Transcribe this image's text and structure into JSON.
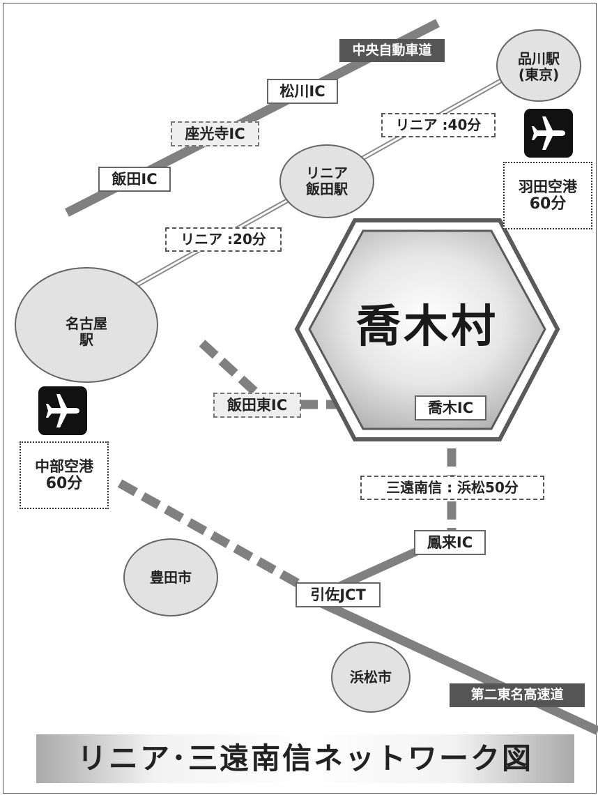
{
  "village": "喬木村",
  "expressways": {
    "chuo": "中央自動車道",
    "tomei2": "第二東名高速道"
  },
  "interchanges": {
    "matsukawa": "松川IC",
    "zakoji": "座光寺IC",
    "iida": "飯田IC",
    "iida_higashi": "飯田東IC",
    "takagi": "喬木IC",
    "horai": "鳳来IC",
    "inasa": "引佐JCT"
  },
  "stations": {
    "shinagawa": [
      "品川駅",
      "(東京)"
    ],
    "linear_iida": [
      "リニア",
      "飯田駅"
    ],
    "nagoya": [
      "名古屋",
      "駅"
    ]
  },
  "cities": {
    "toyota": "豊田市",
    "hamamatsu": "浜松市"
  },
  "routes": {
    "linear_40": "リニア :40分",
    "linear_20": "リニア :20分",
    "sanen": "三遠南信 : 浜松50分"
  },
  "airports": {
    "haneda": [
      "羽田空港",
      "60分"
    ],
    "chubu": [
      "中部空港",
      "60分"
    ]
  },
  "icons": [
    "airplane-icon",
    "airplane-icon"
  ],
  "title": "リニア･三遠南信ネットワーク図"
}
